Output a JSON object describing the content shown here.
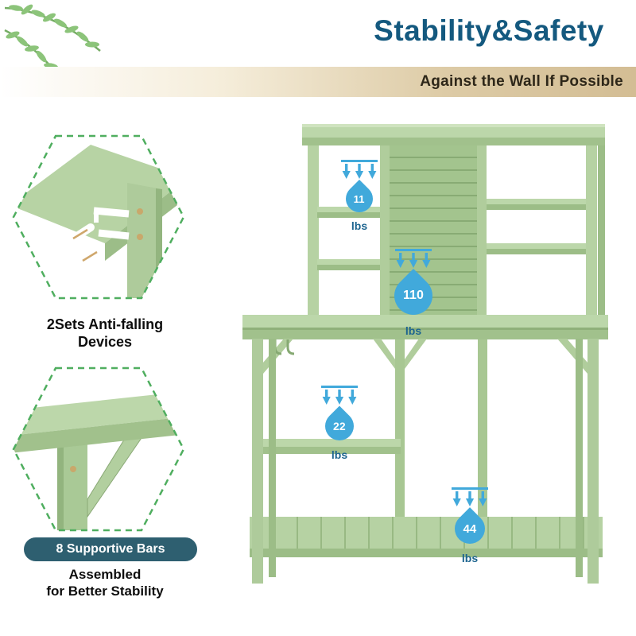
{
  "title": "Stability&Safety",
  "banner": {
    "text": "Against the Wall If Possible"
  },
  "callouts": {
    "anti_falling": {
      "line1": "2Sets Anti-falling",
      "line2": "Devices"
    },
    "supportive": {
      "badge": "8 Supportive Bars",
      "line1": "Assembled",
      "line2": "for Better Stability"
    }
  },
  "weights": [
    {
      "location": "hutch-shelf",
      "value": "11",
      "unit": "lbs"
    },
    {
      "location": "main-tabletop",
      "value": "110",
      "unit": "lbs"
    },
    {
      "location": "middle-shelf",
      "value": "22",
      "unit": "lbs"
    },
    {
      "location": "bottom-shelf",
      "value": "44",
      "unit": "lbs"
    }
  ],
  "icons": {
    "leaf_decoration": "leaf-branch-icon",
    "load_arrows": "down-arrows-icon",
    "weight_drop": "weight-drop-icon"
  },
  "colors": {
    "title_blue": "#14597f",
    "accent_blue": "#41a9db",
    "unit_blue": "#1c648f",
    "badge_teal": "#2e5f70",
    "banner_tan": "#d3bd94",
    "hex_border_green": "#4fae5f",
    "bench_green": "#b6d2a3",
    "leaf_green": "#86bd74"
  }
}
